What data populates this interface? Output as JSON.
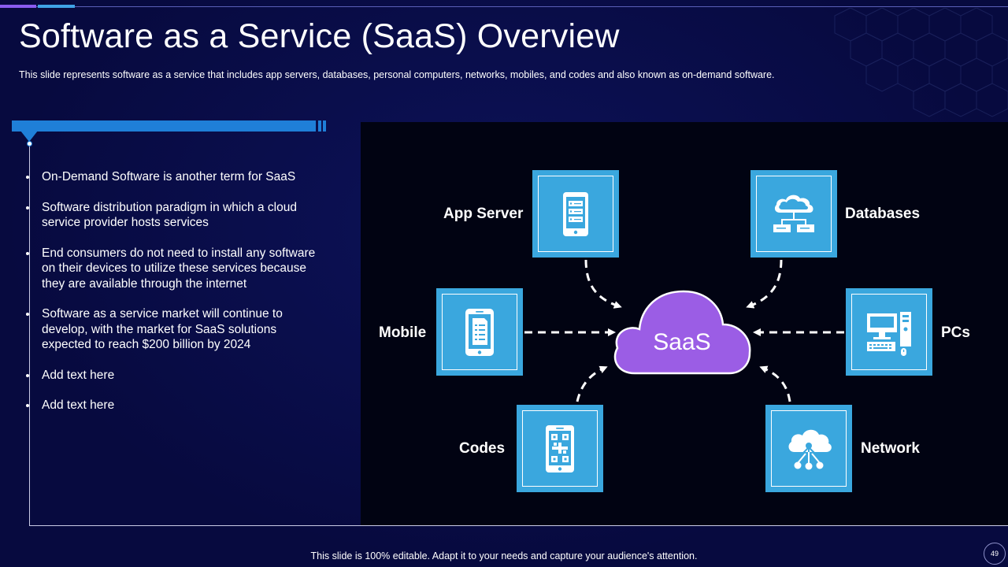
{
  "slide": {
    "title": "Software as a Service (SaaS) Overview",
    "subtitle": "This slide represents software as a service that includes app servers, databases, personal computers, networks, mobiles, and codes and also known as on-demand  software.",
    "footer": "This slide is 100% editable. Adapt it to your needs and capture your audience's attention.",
    "page_number": "49"
  },
  "bullets": [
    "On-Demand Software is another term for SaaS",
    "Software distribution paradigm in which a cloud service provider hosts services",
    "End consumers do not need to install any software on their devices to utilize these services because they are available through the internet",
    "Software as a service market will continue to develop, with the market for SaaS solutions expected to reach $200 billion by 2024",
    "Add text here",
    "Add text here"
  ],
  "diagram": {
    "center_label": "SaaS",
    "nodes": {
      "app_server": {
        "label": "App Server",
        "icon": "tablet-server-icon"
      },
      "databases": {
        "label": "Databases",
        "icon": "cloud-database-icon"
      },
      "mobile": {
        "label": "Mobile",
        "icon": "mobile-document-icon"
      },
      "pcs": {
        "label": "PCs",
        "icon": "desktop-computer-icon"
      },
      "codes": {
        "label": "Codes",
        "icon": "mobile-qr-code-icon"
      },
      "network": {
        "label": "Network",
        "icon": "cloud-network-icon"
      }
    }
  },
  "colors": {
    "background": "#070a3f",
    "accent_blue": "#1f7fd8",
    "node_blue": "#3aa7de",
    "cloud_purple": "#9b5de5",
    "panel_black": "#010312"
  }
}
